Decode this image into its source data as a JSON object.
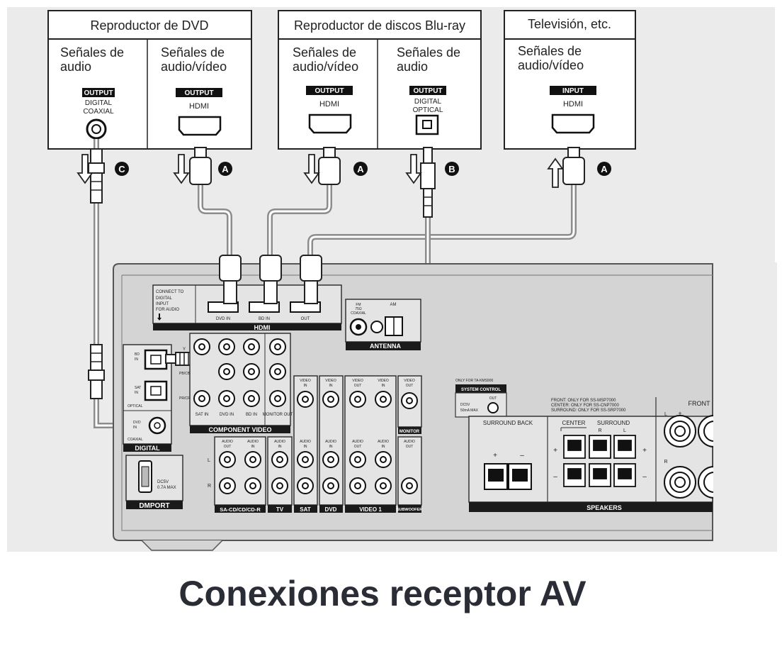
{
  "devices": [
    {
      "name": "Reproductor de DVD",
      "sections": [
        {
          "signal": [
            "Señales de",
            "audio"
          ],
          "port_dir": "OUTPUT",
          "port_type": [
            "DIGITAL",
            "COAXIAL"
          ],
          "connection": "C"
        },
        {
          "signal": [
            "Señales de",
            "audio/vídeo"
          ],
          "port_dir": "OUTPUT",
          "port_type": [
            "HDMI"
          ],
          "connection": "A"
        }
      ]
    },
    {
      "name": "Reproductor de discos Blu-ray",
      "sections": [
        {
          "signal": [
            "Señales de",
            "audio/vídeo"
          ],
          "port_dir": "OUTPUT",
          "port_type": [
            "HDMI"
          ],
          "connection": "A"
        },
        {
          "signal": [
            "Señales de",
            "audio"
          ],
          "port_dir": "OUTPUT",
          "port_type": [
            "DIGITAL",
            "OPTICAL"
          ],
          "connection": "B"
        }
      ]
    },
    {
      "name": "Televisión, etc.",
      "sections": [
        {
          "signal": [
            "Señales de",
            "audio/vídeo"
          ],
          "port_dir": "INPUT",
          "port_type": [
            "HDMI"
          ],
          "connection": "A"
        }
      ]
    }
  ],
  "receiver": {
    "hdmi": {
      "title": "HDMI",
      "note": [
        "CONNECT TO",
        "DIGITAL",
        "INPUT",
        "FOR AUDIO"
      ],
      "ports": [
        "DVD IN",
        "BD IN",
        "OUT"
      ]
    },
    "antenna": {
      "title": "ANTENNA",
      "fm_label": [
        "FM",
        "75Ω",
        "COAXIAL"
      ],
      "am_label": "AM"
    },
    "digital": {
      "title": "DIGITAL",
      "optical_label": "OPTICAL",
      "coaxial_label": "COAXIAL",
      "ports": [
        [
          "BD",
          "IN"
        ],
        [
          "SAT",
          "IN"
        ],
        [
          "DVD",
          "IN"
        ]
      ]
    },
    "component_video": {
      "title": "COMPONENT VIDEO",
      "row_labels": [
        "Y",
        "PB/CB",
        "PR/CR"
      ],
      "columns": [
        "SAT IN",
        "DVD IN",
        "BD IN",
        "MONITOR OUT"
      ]
    },
    "dmport": {
      "title": "DMPORT",
      "rating": [
        "DC5V",
        "0.7A MAX"
      ]
    },
    "audio_groups": [
      {
        "name": "SA-CD/CD/CD-R",
        "cols": [
          [
            "AUDIO",
            "OUT"
          ],
          [
            "AUDIO",
            "IN"
          ]
        ]
      },
      {
        "name": "TV",
        "cols": [
          [
            "AUDIO",
            "IN"
          ]
        ]
      },
      {
        "name": "SAT",
        "cols": [
          [
            "VIDEO",
            "IN"
          ],
          [
            "AUDIO",
            "IN"
          ]
        ]
      },
      {
        "name": "DVD",
        "cols": [
          [
            "VIDEO",
            "IN"
          ],
          [
            "AUDIO",
            "IN"
          ]
        ]
      },
      {
        "name": "VIDEO 1",
        "cols": [
          [
            "VIDEO",
            "OUT"
          ],
          [
            "VIDEO",
            "IN"
          ],
          [
            "AUDIO",
            "OUT"
          ],
          [
            "AUDIO",
            "IN"
          ]
        ]
      }
    ],
    "lr_labels": [
      "L",
      "R"
    ],
    "monitor": {
      "title": "MONITOR",
      "label": [
        "VIDEO",
        "OUT"
      ]
    },
    "subwoofer": {
      "title": "SUBWOOFER",
      "label": [
        "AUDIO",
        "OUT"
      ]
    },
    "system_control": {
      "header": "ONLY FOR TA-KMS900",
      "title": "SYSTEM CONTROL",
      "out": "OUT",
      "rating": [
        "DC5V",
        "50mA MAX"
      ]
    },
    "speakers": {
      "title": "SPEAKERS",
      "notes": [
        "FRONT: ONLY FOR SS-MSP7000",
        "CENTER: ONLY FOR SS-CNP7000",
        "SURROUND: ONLY FOR SS-SRP7000"
      ],
      "surround_back": "SURROUND BACK",
      "center": "CENTER",
      "surround": "SURROUND",
      "front": "FRONT",
      "lr": [
        "R",
        "L"
      ],
      "plus": "+",
      "minus": "–"
    }
  },
  "caption": "Conexiones receptor AV",
  "colors": {
    "cable": "#8c8c8c",
    "panel": "#d4d4d4",
    "strip": "#1a1a1a",
    "caption": "#2b2d36",
    "background": "#ebebeb"
  }
}
